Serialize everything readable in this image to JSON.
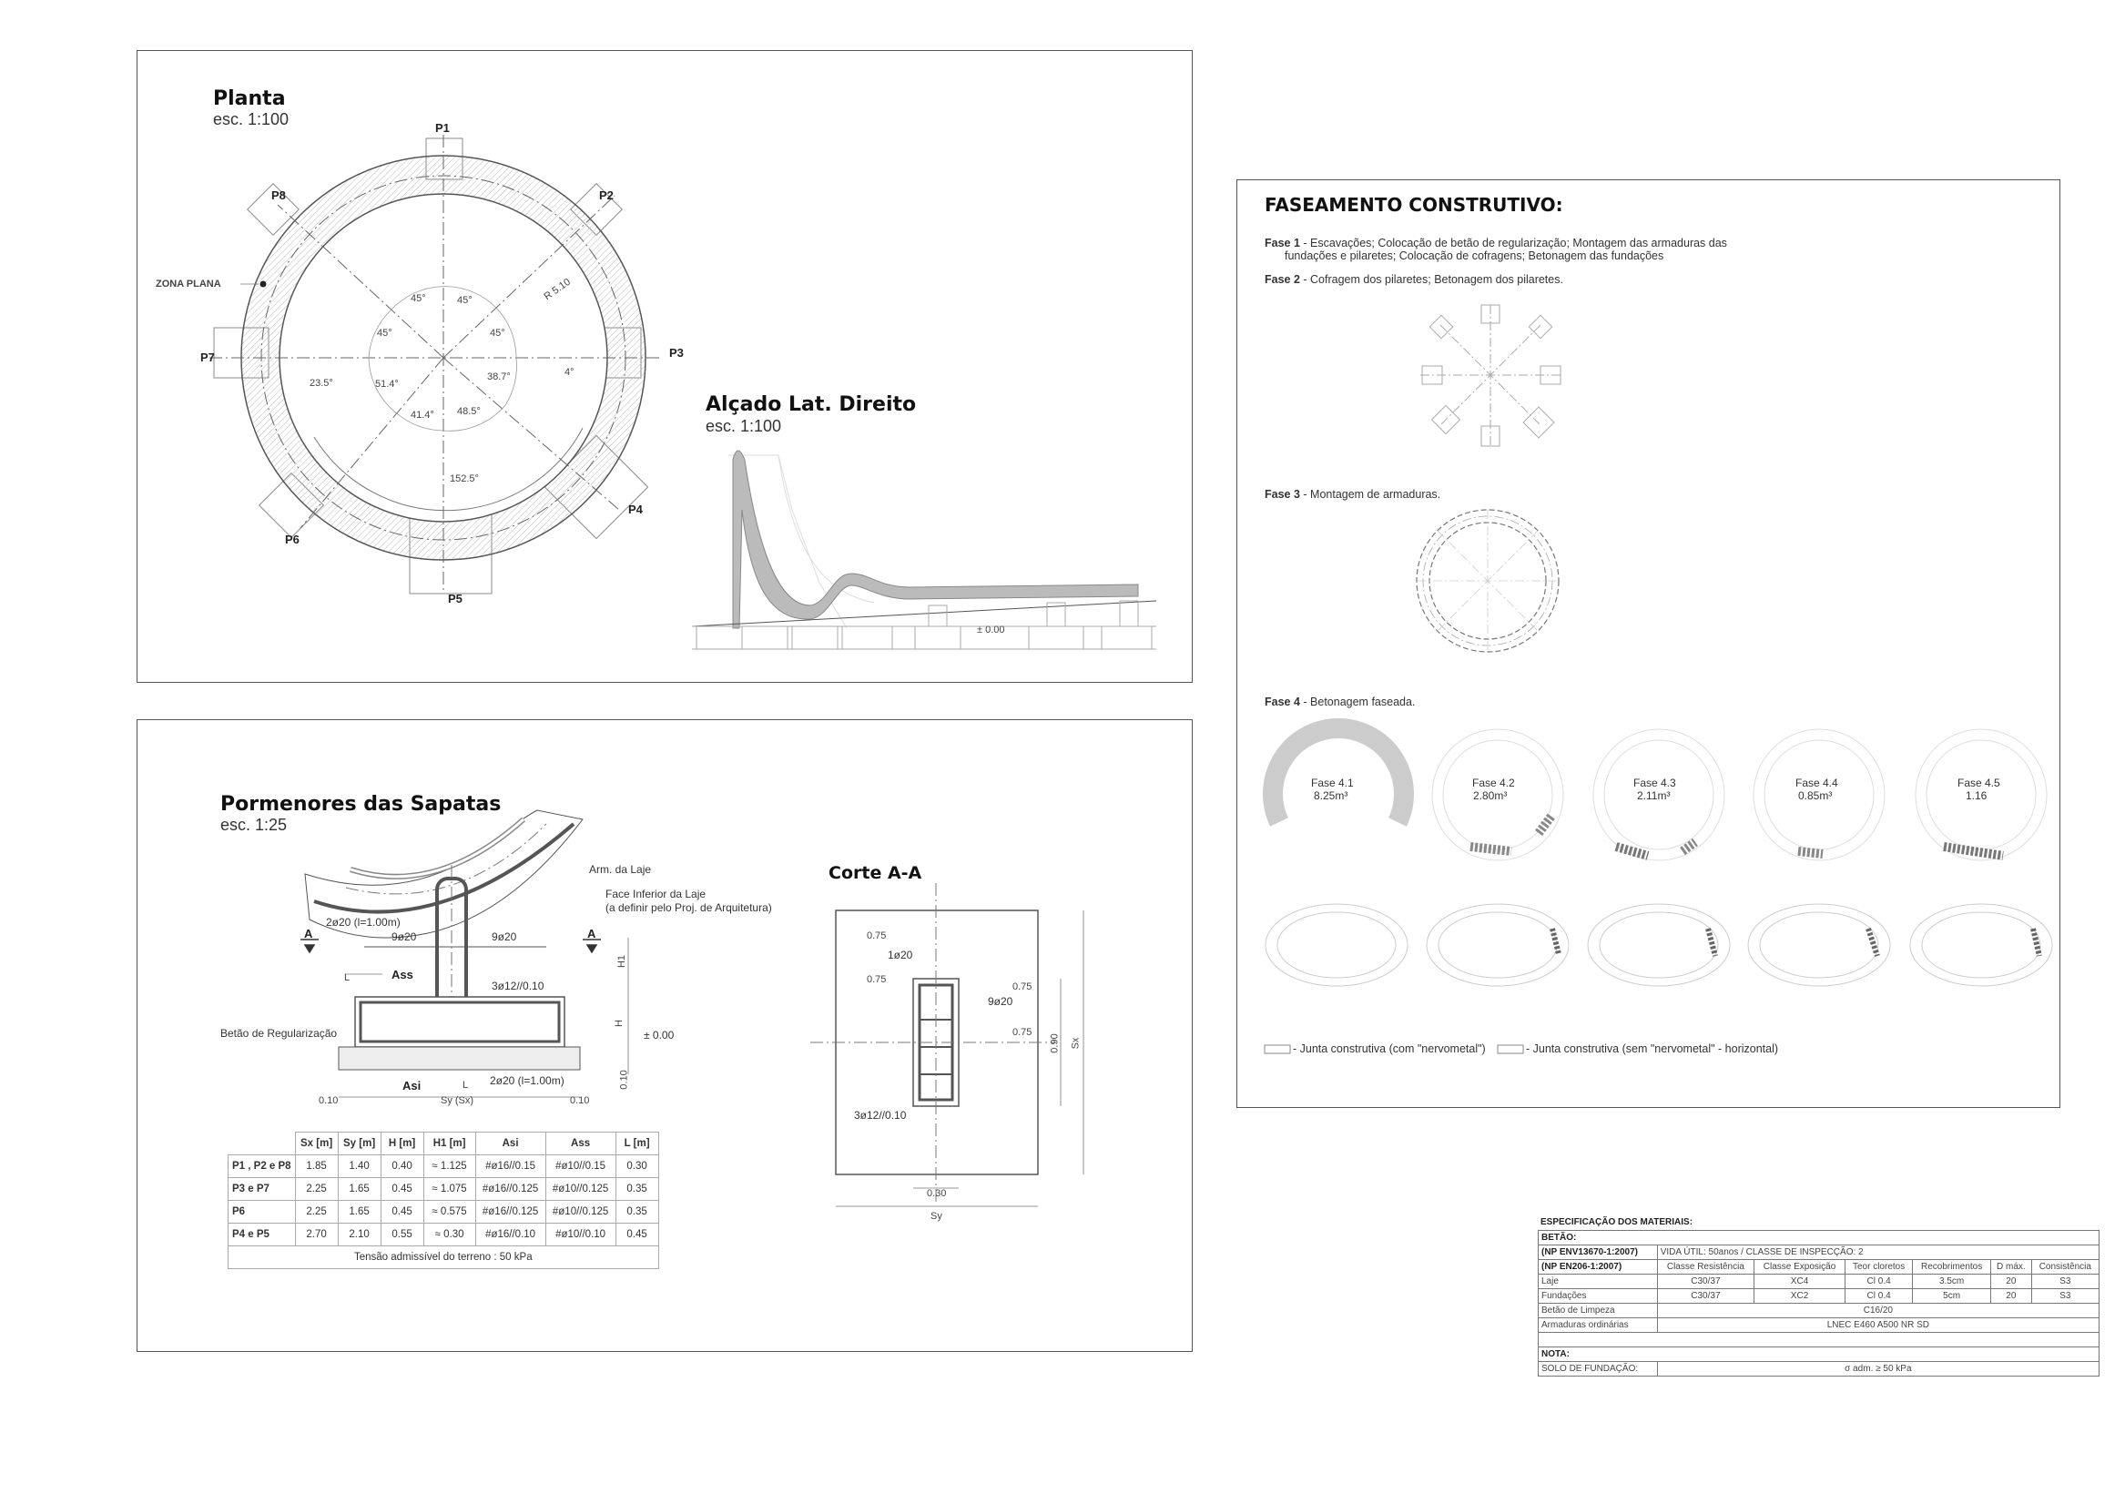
{
  "planta": {
    "title": "Planta",
    "scale": "esc. 1:100",
    "pilares": [
      "P1",
      "P2",
      "P3",
      "P4",
      "P5",
      "P6",
      "P7",
      "P8"
    ],
    "zona": "ZONA PLANA",
    "radius": "R 5.10",
    "angles": [
      "45°",
      "45°",
      "45°",
      "45°",
      "23.5°",
      "51.4°",
      "38.7°",
      "4°",
      "41.4°",
      "48.5°",
      "152.5°"
    ]
  },
  "alcado": {
    "title": "Alçado Lat. Direito",
    "scale": "esc. 1:100",
    "level": "± 0.00"
  },
  "sapatas": {
    "title": "Pormenores das Sapatas",
    "scale": "esc. 1:25",
    "labels": {
      "arm_laje": "Arm. da Laje",
      "face_inf_1": "Face Inferior da Laje",
      "face_inf_2": "(a definir pelo Proj. de Arquitetura)",
      "bar_top": "2ø20 (l=1.00m)",
      "bar_9a": "9ø20",
      "bar_9b": "9ø20",
      "section_a": "A",
      "ass": "Ass",
      "l1": "L",
      "stirrups": "3ø12//0.10",
      "h1": "H1",
      "h": "H",
      "betao_reg": "Betão de Regularização",
      "level": "± 0.00",
      "asi": "Asi",
      "l2": "L",
      "bar_bottom": "2ø20 (l=1.00m)",
      "dim_010a": "0.10",
      "dim_010b": "0.10",
      "dim_010c": "0.10",
      "sy_sx": "Sy (Sx)"
    },
    "table": {
      "headers": [
        "",
        "Sx [m]",
        "Sy [m]",
        "H [m]",
        "H1 [m]",
        "Asi",
        "Ass",
        "L [m]"
      ],
      "rows": [
        [
          "P1 , P2 e P8",
          "1.85",
          "1.40",
          "0.40",
          "≈ 1.125",
          "#ø16//0.15",
          "#ø10//0.15",
          "0.30"
        ],
        [
          "P3 e P7",
          "2.25",
          "1.65",
          "0.45",
          "≈ 1.075",
          "#ø16//0.125",
          "#ø10//0.125",
          "0.35"
        ],
        [
          "P6",
          "2.25",
          "1.65",
          "0.45",
          "≈ 0.575",
          "#ø16//0.125",
          "#ø10//0.125",
          "0.35"
        ],
        [
          "P4 e P5",
          "2.70",
          "2.10",
          "0.55",
          "≈ 0.30",
          "#ø16//0.10",
          "#ø10//0.10",
          "0.45"
        ]
      ],
      "footer": "Tensão admissível do terreno : 50 kPa"
    }
  },
  "corte": {
    "title": "Corte A-A",
    "labels": {
      "d075a": "0.75",
      "d075b": "0.75",
      "bar1": "1ø20",
      "d075c": "0.75",
      "bar9": "9ø20",
      "d075d": "0.75",
      "d090": "0.90",
      "sx": "Sx",
      "stirrups": "3ø12//0.10",
      "d030": "0.30",
      "sy": "Sy"
    }
  },
  "faseamento": {
    "title": "FASEAMENTO CONSTRUTIVO:",
    "fase1_label": "Fase 1",
    "fase1_text_1": " - Escavações; Colocação de betão de regularização; Montagem das armaduras das",
    "fase1_text_2": "fundações e pilaretes; Colocação de cofragens; Betonagem das fundações",
    "fase2_label": "Fase 2",
    "fase2_text": " - Cofragem dos pilaretes; Betonagem dos pilaretes.",
    "fase3_label": "Fase 3",
    "fase3_text": " - Montagem de armaduras.",
    "fase4_label": "Fase 4",
    "fase4_text": " - Betonagem faseada.",
    "subfases": [
      {
        "name": "Fase 4.1",
        "value": "8.25m³"
      },
      {
        "name": "Fase 4.2",
        "value": "2.80m³"
      },
      {
        "name": "Fase 4.3",
        "value": "2.11m³"
      },
      {
        "name": "Fase 4.4",
        "value": "0.85m³"
      },
      {
        "name": "Fase 4.5",
        "value": "1.16"
      }
    ],
    "legend_1": " - Junta construtiva (com \"nervometal\")",
    "legend_2": " - Junta construtiva (sem \"nervometal\" - horizontal)"
  },
  "especificacao": {
    "title": "ESPECIFICAÇÃO DOS MATERIAIS:",
    "betao": "BETÃO:",
    "np1": "(NP ENV13670-1:2007)",
    "np1_val": "VIDA ÚTIL: 50anos / CLASSE DE INSPECÇÃO: 2",
    "np2": "(NP EN206-1:2007)",
    "cols": [
      "Classe Resistência",
      "Classe Exposição",
      "Teor cloretos",
      "Recobrimentos",
      "D máx.",
      "Consistência"
    ],
    "laje": [
      "Laje",
      "C30/37",
      "XC4",
      "Cl 0.4",
      "3.5cm",
      "20",
      "S3"
    ],
    "fundacoes": [
      "Fundações",
      "C30/37",
      "XC2",
      "Cl 0.4",
      "5cm",
      "20",
      "S3"
    ],
    "limpeza": [
      "Betão de Limpeza",
      "C16/20"
    ],
    "armaduras": [
      "Armaduras ordinárias",
      "LNEC E460 A500 NR SD"
    ],
    "nota": "NOTA:",
    "solo": [
      "SOLO DE FUNDAÇÃO:",
      "σ adm. ≥ 50 kPa"
    ]
  }
}
